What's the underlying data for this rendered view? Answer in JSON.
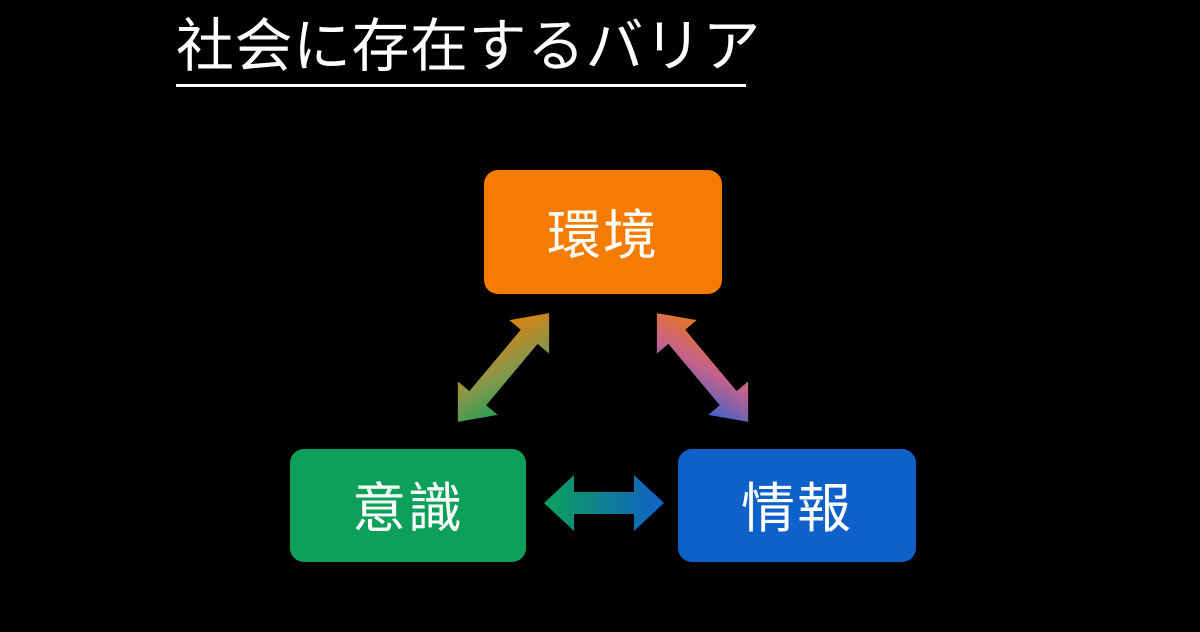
{
  "slide": {
    "background_color": "#000000",
    "title": "社会に存在するバリア",
    "title_color": "#ffffff",
    "title_underlined": true
  },
  "diagram": {
    "type": "triangle-cycle",
    "nodes": [
      {
        "id": "environment",
        "label": "環境",
        "color": "#F57C00",
        "text_color": "#ffffff",
        "position": "top"
      },
      {
        "id": "awareness",
        "label": "意識",
        "color": "#0DA05A",
        "text_color": "#ffffff",
        "position": "bottom-left"
      },
      {
        "id": "information",
        "label": "情報",
        "color": "#1060CA",
        "text_color": "#ffffff",
        "position": "bottom-right"
      }
    ],
    "connectors": [
      {
        "id": "awareness-environment",
        "from": "awareness",
        "to": "environment",
        "style": "double-headed",
        "gradient_from": "#0DA05A",
        "gradient_to": "#F57C00",
        "orientation": "diagonal-up-right"
      },
      {
        "id": "environment-information",
        "from": "environment",
        "to": "information",
        "style": "double-headed",
        "gradient_from": "#F57C00",
        "gradient_to": "#1060CA",
        "orientation": "diagonal-down-right"
      },
      {
        "id": "awareness-information",
        "from": "awareness",
        "to": "information",
        "style": "double-headed",
        "gradient_from": "#0DA05A",
        "gradient_to": "#1060CA",
        "orientation": "horizontal"
      }
    ]
  }
}
